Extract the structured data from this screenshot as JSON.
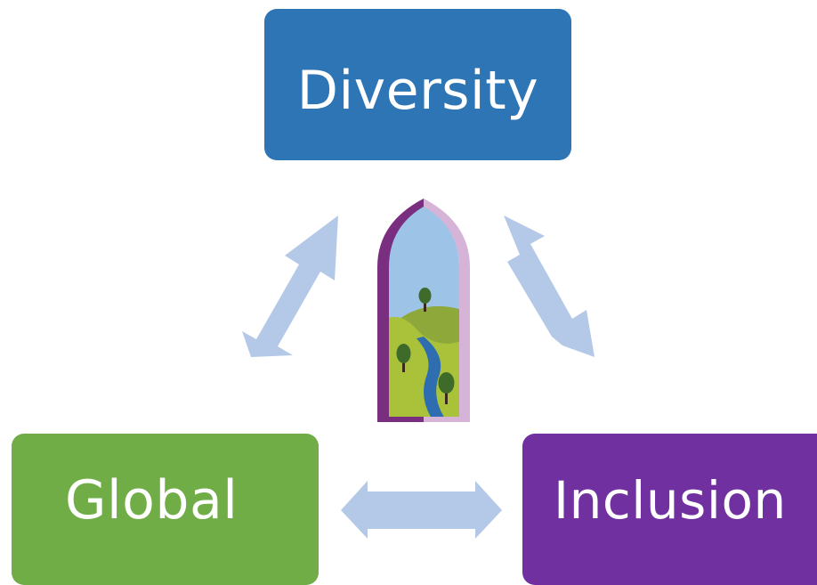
{
  "nodes": {
    "diversity": {
      "label": "Diversity",
      "color": "#2e75b6"
    },
    "global": {
      "label": "Global",
      "color": "#70ad47"
    },
    "inclusion": {
      "label": "Inclusion",
      "color": "#7030a0"
    }
  },
  "connector_color": "#b4c9e8",
  "logo": {
    "sky_color": "#9dc3e6",
    "hill_color": "#a9c23a",
    "river_color": "#2e6eb0",
    "frame_dark": "#7a2e7f",
    "frame_light": "#d6b4d8"
  }
}
